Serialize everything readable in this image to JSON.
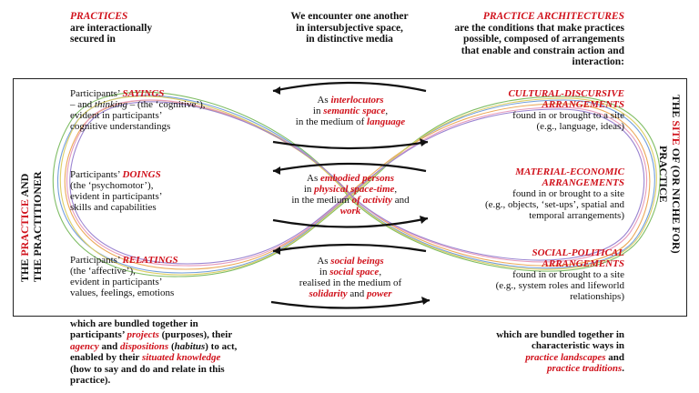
{
  "colors": {
    "accent": "#d0111b",
    "text": "#111111",
    "frame": "#222222"
  },
  "top": {
    "left": {
      "title": "PRACTICES",
      "line1": "are interactionally",
      "line2": "secured in"
    },
    "center": {
      "line1": "We encounter one another",
      "line2": "in intersubjective space,",
      "line3": "in distinctive media"
    },
    "right": {
      "title": "PRACTICE ARCHITECTURES",
      "line1": "are the conditions that make practices",
      "line2": "possible, composed of arrangements",
      "line3": "that enable and constrain action and",
      "line4": "interaction:"
    }
  },
  "side": {
    "left_pre": "THE ",
    "left_red": "PRACTICE",
    "left_post": " AND",
    "left_line2": "THE PRACTITIONER",
    "right_pre": "THE ",
    "right_red": "SITE",
    "right_post": " OF (OR NICHE FOR)",
    "right_line2": "PRACTICE"
  },
  "left": {
    "sayings": {
      "pre": "Participants’ ",
      "key": "SAYINGS",
      "l2a": "– and ",
      "l2b": "thinking",
      "l2c": " – (the ‘cognitive’),",
      "l3": "evident in participants’",
      "l4": "cognitive understandings"
    },
    "doings": {
      "pre": "Participants’ ",
      "key": "DOINGS",
      "l2": "(the ‘psychomotor’),",
      "l3": "evident in participants’",
      "l4": "skills and capabilities"
    },
    "relatings": {
      "pre": "Participants’ ",
      "key": "RELATINGS",
      "l2": "(the ‘affective’),",
      "l3": "evident in participants’",
      "l4": "values, feelings, emotions"
    }
  },
  "center": {
    "one": {
      "pre": "As ",
      "key": "interlocutors",
      "l2pre": "in ",
      "l2key": "semantic space",
      "l2post": ",",
      "l3pre": "in the medium of ",
      "l3key": "language"
    },
    "two": {
      "pre": "As ",
      "key": "embodied persons",
      "l2pre": "in ",
      "l2key": "physical space-time",
      "l2post": ",",
      "l3pre": "in the medium ",
      "l3key": "of activity",
      "l3post": " and",
      "l4key": "work"
    },
    "three": {
      "pre": "As ",
      "key": "social beings",
      "l2pre": "in ",
      "l2key": "social space",
      "l2post": ",",
      "l3": "realised in the medium of",
      "l4key1": "solidarity",
      "l4mid": " and ",
      "l4key2": "power"
    }
  },
  "right": {
    "cultural": {
      "t1": "CULTURAL-DISCURSIVE",
      "t2": "ARRANGEMENTS",
      "l1": "found in or brought to a site",
      "l2": "(e.g., language, ideas)"
    },
    "material": {
      "t1": "MATERIAL-ECONOMIC",
      "t2": "ARRANGEMENTS",
      "l1": "found in or brought to a site",
      "l2": "(e.g., objects, ‘set-ups’, spatial and",
      "l3": "temporal arrangements)"
    },
    "social": {
      "t1": "SOCIAL-POLITICAL",
      "t2": "ARRANGEMENTS",
      "l1": "found in or brought to a site",
      "l2": "(e.g., system roles and lifeworld",
      "l3": "relationships)"
    }
  },
  "bottom": {
    "left": {
      "l1": "which are bundled together in",
      "l2pre": "participants’ ",
      "l2key": "projects",
      "l2post": " (purposes), their",
      "l3key1": "agency",
      "l3mid": " and ",
      "l3key2": "dispositions",
      "l3b": " (",
      "l3key3": "habitus",
      "l3post": ") to act,",
      "l4pre": "enabled by their ",
      "l4key": "situated knowledge",
      "l5": "(how to say and do and relate in this",
      "l6": "practice)."
    },
    "right": {
      "l1": "which are bundled together in",
      "l2": "characteristic ways in",
      "l3key": "practice landscapes",
      "l3post": " and",
      "l4key": "practice traditions",
      "l4post": "."
    }
  }
}
